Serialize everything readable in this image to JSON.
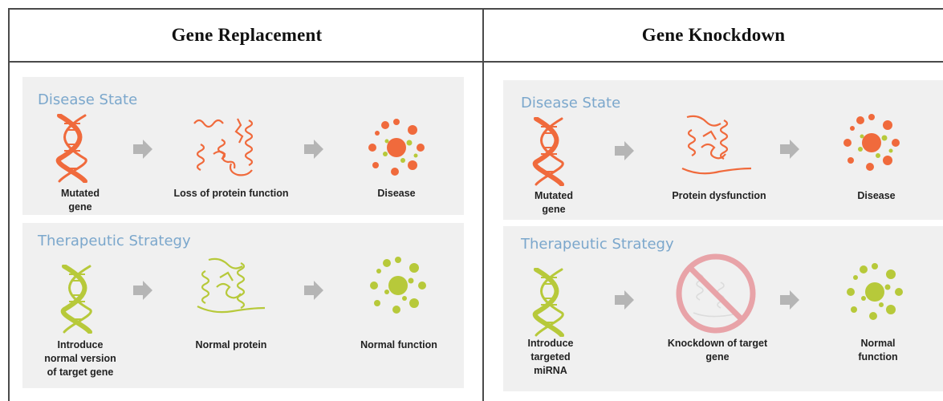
{
  "left": {
    "header": "Gene Replacement",
    "disease_state": {
      "title": "Disease State",
      "labels": [
        "Mutated\ngene",
        "Loss of protein function",
        "Disease"
      ]
    },
    "therapeutic": {
      "title": "Therapeutic Strategy",
      "labels": [
        "Introduce\nnormal version\nof target gene",
        "Normal protein",
        "Normal function"
      ]
    }
  },
  "right": {
    "header": "Gene Knockdown",
    "disease_state": {
      "title": "Disease State",
      "labels": [
        "Mutated\ngene",
        "Protein dysfunction",
        "Disease"
      ]
    },
    "therapeutic": {
      "title": "Therapeutic Strategy",
      "labels": [
        "Introduce\ntargeted\nmiRNA",
        "Knockdown of target\ngene",
        "Normal function"
      ]
    }
  },
  "colors": {
    "disease": "#f06a3c",
    "healthy": "#b7c93a",
    "title_blue": "#7ba7cc",
    "arrow": "#b5b5b5",
    "prohibit": "#e8a3a8"
  },
  "icons": [
    "dna-icon",
    "protein-icon",
    "cell-burst-icon",
    "arrow-icon",
    "prohibited-icon"
  ]
}
